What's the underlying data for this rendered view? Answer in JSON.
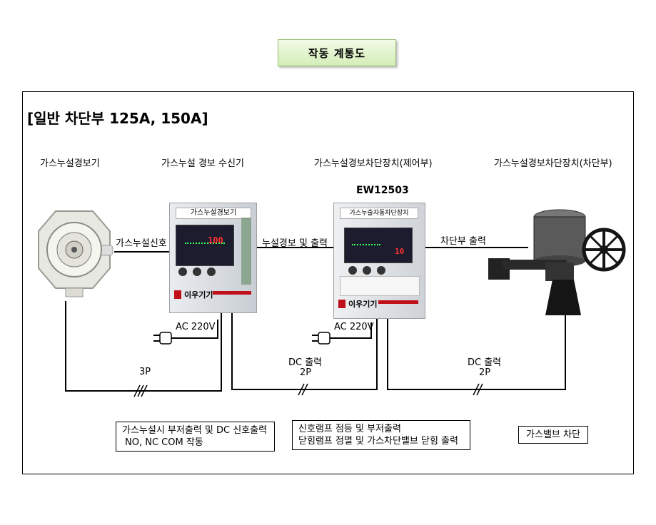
{
  "diagram_title": "작동 계통도",
  "section_heading": "[일반 차단부 125A, 150A]",
  "devices": {
    "detector": "가스누설경보기",
    "receiver": "가스누설 경보 수신기",
    "controller": "가스누설경보차단장치(제어부)",
    "controller_model": "EW12503",
    "actuator": "가스누설경보차단장치(차단부)"
  },
  "panel_text": {
    "receiver_face": "가스누설경보기",
    "receiver_display": "100",
    "controller_face": "가스누출자동차단장치",
    "controller_display": "10",
    "brand": "이우기기"
  },
  "connections": {
    "leak_signal": "가스누설신호",
    "leak_alarm_output": "누설경보 및 출력",
    "shutoff_output": "차단부 출력",
    "ac_power_1": "AC 220V",
    "ac_power_2": "AC 220V",
    "wire_3p": "3P",
    "dc_output_1": "DC 출력",
    "dc_2p_1": "2P",
    "dc_output_2": "DC 출력",
    "dc_2p_2": "2P"
  },
  "notes": {
    "note1_line1": "가스누설시 부저출력 및 DC 신호출력",
    "note1_line2": "NO, NC COM 작동",
    "note2_line1": "신호램프 점등 및 부저출력",
    "note2_line2": "닫힘램프 점멸 및 가스차단밸브 닫힘 출력",
    "note3": "가스밸브 차단"
  },
  "colors": {
    "title_fill": "#d4edb8",
    "panel_body": "#d9dde2",
    "lcd": "#1b1d2e",
    "led_red": "#ff3030",
    "brand_red": "#c0101a"
  }
}
